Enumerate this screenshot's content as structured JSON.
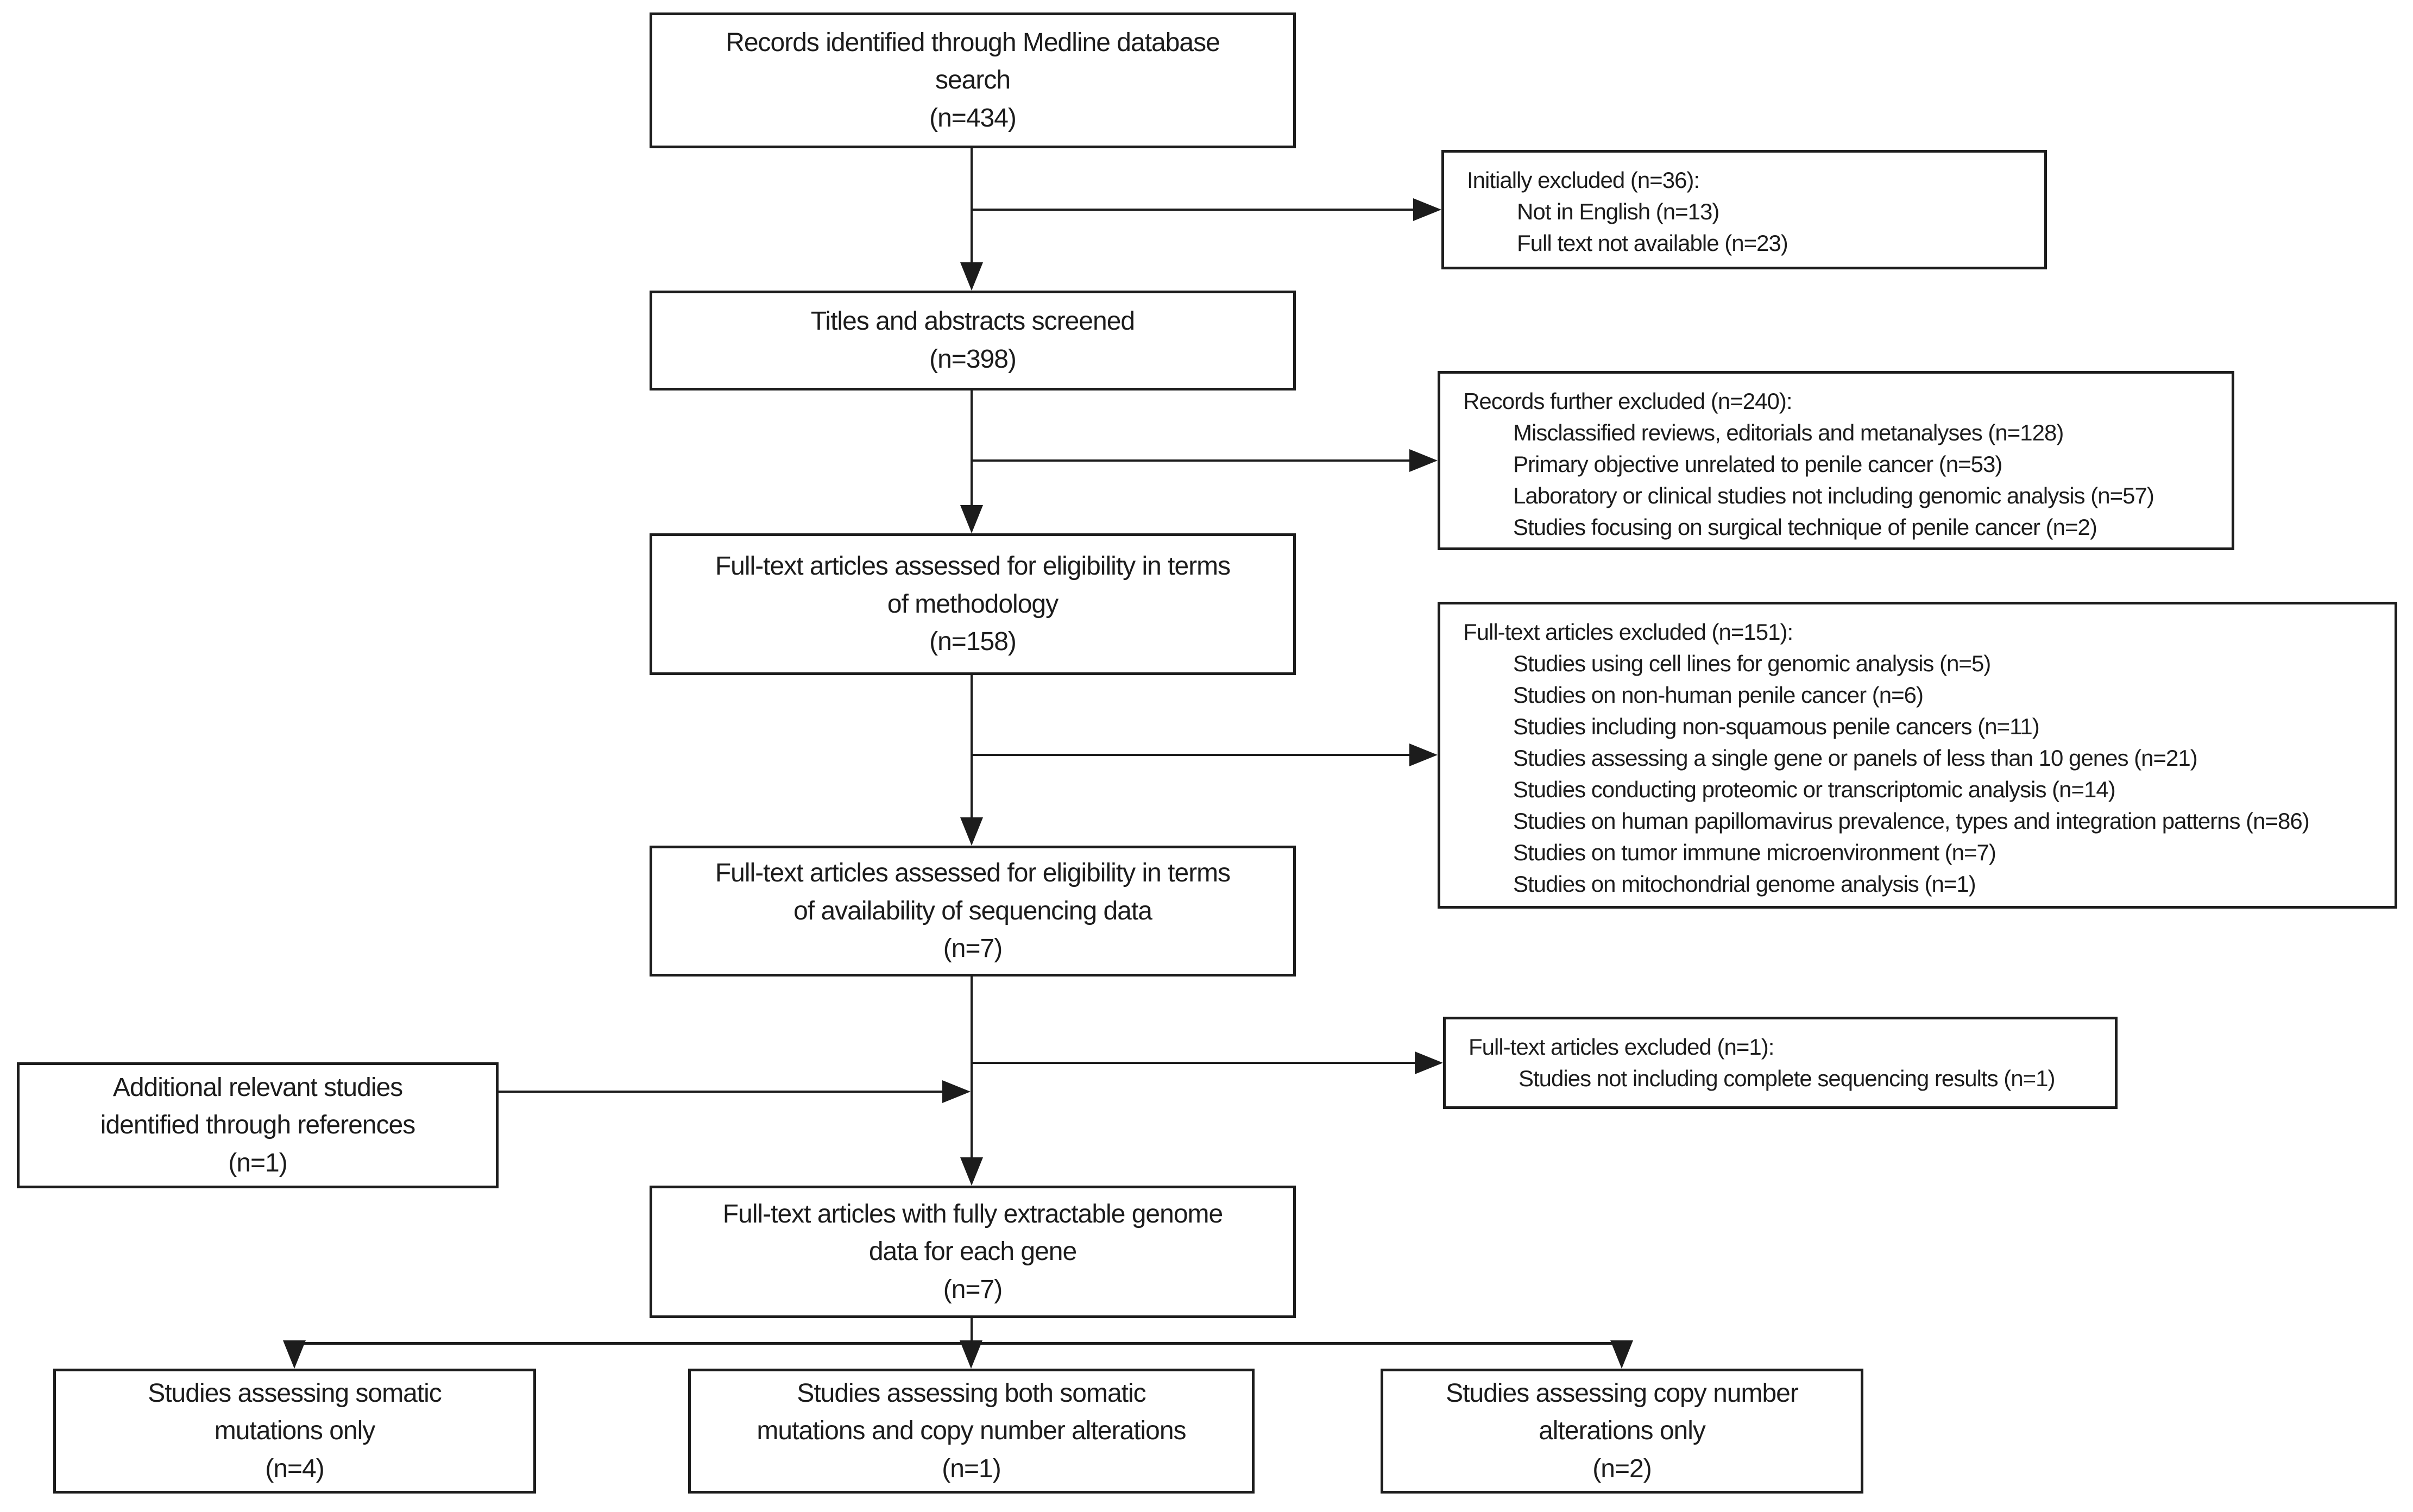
{
  "figure": {
    "background": "#ffffff",
    "line_color": "#1c1c1c"
  },
  "flow": {
    "records_identified": "Records identified through Medline database\nsearch\n(n=434)",
    "titles_screened": "Titles and abstracts screened\n(n=398)",
    "eligibility_methodology": "Full-text articles assessed for eligibility in terms\nof methodology\n(n=158)",
    "eligibility_sequencing": "Full-text articles assessed for eligibility in terms\nof availability of sequencing data\n(n=7)",
    "extractable_genome": "Full-text articles with fully extractable genome\ndata for each gene\n(n=7)",
    "additional_references": "Additional relevant studies\nidentified through references\n(n=1)",
    "somatic_only": "Studies assessing somatic\nmutations only\n(n=4)",
    "somatic_and_cna": "Studies assessing both somatic\nmutations and copy number alterations\n(n=1)",
    "cna_only": "Studies assessing copy number\nalterations only\n(n=2)"
  },
  "exclusions": {
    "initial": {
      "title": "Initially excluded (n=36):",
      "items": [
        "Not in English (n=13)",
        "Full text not available (n=23)"
      ]
    },
    "records_further": {
      "title": "Records further excluded (n=240):",
      "items": [
        "Misclassified reviews, editorials and metanalyses (n=128)",
        "Primary objective unrelated to penile cancer (n=53)",
        "Laboratory or clinical studies not including genomic analysis (n=57)",
        "Studies focusing on surgical technique of penile cancer (n=2)"
      ]
    },
    "fulltext_methodology": {
      "title": "Full-text articles excluded (n=151):",
      "items": [
        "Studies using cell lines for genomic analysis (n=5)",
        "Studies on non-human penile cancer (n=6)",
        "Studies including non-squamous penile cancers (n=11)",
        "Studies assessing  a single gene or panels of less than 10 genes (n=21)",
        "Studies conducting proteomic or transcriptomic analysis (n=14)",
        "Studies on human papillomavirus prevalence, types and integration patterns (n=86)",
        "Studies on tumor immune microenvironment (n=7)",
        "Studies on mitochondrial genome analysis (n=1)"
      ]
    },
    "fulltext_sequencing": {
      "title": "Full-text articles excluded (n=1):",
      "items": [
        "Studies not including complete sequencing results (n=1)"
      ]
    }
  }
}
